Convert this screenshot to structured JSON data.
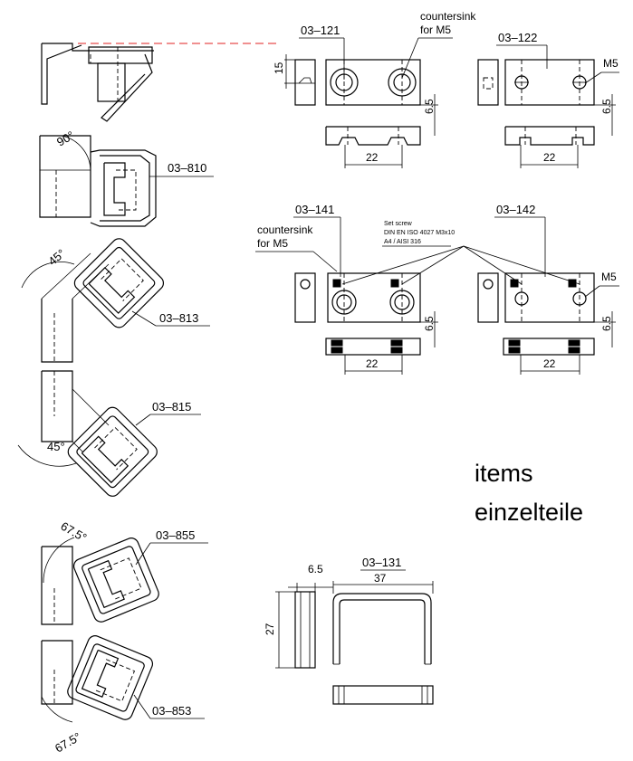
{
  "labels": {
    "p0121": "03–121",
    "p0122": "03–122",
    "p0141": "03–141",
    "p0142": "03–142",
    "p0131": "03–131",
    "p0810": "03–810",
    "p0813": "03–813",
    "p0815": "03–815",
    "p0855": "03–855",
    "p0853": "03–853"
  },
  "notes": {
    "countersink1_a": "countersink",
    "countersink1_b": "for M5",
    "countersink2_a": "countersink",
    "countersink2_b": "for M5",
    "m5_a": "M5",
    "m5_b": "M5",
    "setscrew_1": "Set screw",
    "setscrew_2": "DIN EN ISO 4027 M3x10",
    "setscrew_3": "A4 / AISI 316"
  },
  "dims": {
    "d15": "15",
    "d65_a": "6.5",
    "d65_b": "6.5",
    "d65_c": "6.5",
    "d65_d": "6.5",
    "d22_a": "22",
    "d22_b": "22",
    "d22_c": "22",
    "d22_d": "22",
    "d65_top": "6.5",
    "d37": "37",
    "d27": "27"
  },
  "angles": {
    "a90": "90°",
    "a45_a": "45°",
    "a45_b": "45°",
    "a675_a": "67.5°",
    "a675_b": "67.5°"
  },
  "caption": {
    "line1": "items",
    "line2": "einzelteile"
  }
}
